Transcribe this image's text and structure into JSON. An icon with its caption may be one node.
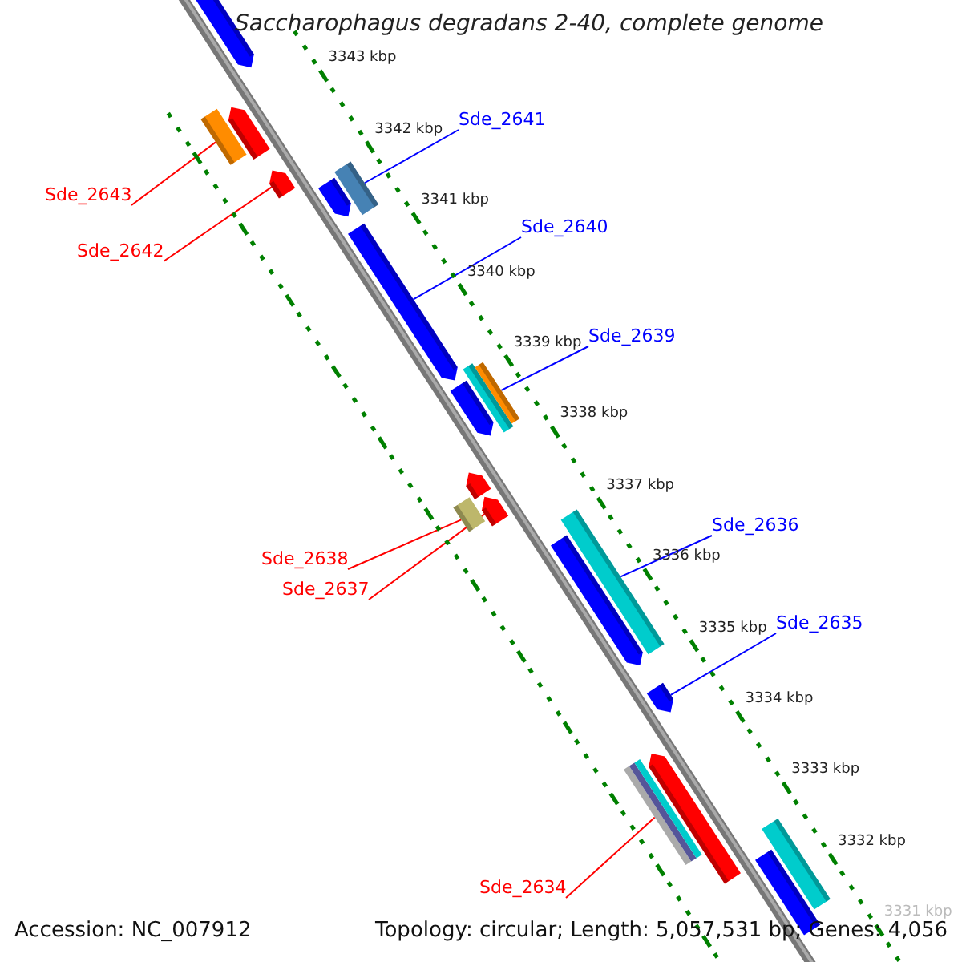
{
  "diagram": {
    "title": "Saccharophagus degradans 2-40, complete genome",
    "nodes": [
      {
        "text": [
          "Sde_2641"
        ]
      },
      {
        "text": [],
        "shape": "bar"
      },
      {
        "text": [
          "Sde_2643"
        ]
      },
      {
        "text": [],
        "shape": "bar"
      },
      {
        "text": [
          "Sde_2640"
        ]
      },
      {
        "text": [],
        "shape": "bar"
      },
      {
        "text": [
          "Sde_2642"
        ]
      },
      {
        "text": [],
        "shape": "bar"
      },
      {
        "text": [
          "Sde_2639"
        ]
      },
      {
        "text": [],
        "shape": "bar"
      },
      {
        "text": [
          "Sde_2636"
        ]
      },
      {
        "text": [],
        "shape": "bar"
      },
      {
        "text": [
          "Sde_2638"
        ]
      },
      {
        "text": [],
        "shape": "bar"
      },
      {
        "text": [
          "Sde_2637"
        ]
      },
      {
        "text": [],
        "shape": "bar"
      },
      {
        "text": [
          "Sde_2635"
        ]
      },
      {
        "text": [],
        "shape": "bar"
      },
      {
        "text": [
          "Sde_2634"
        ]
      },
      {
        "text": [],
        "shape": "bar"
      },
      {
        "text": [],
        "shape": "bar"
      },
      {
        "text": [],
        "shape": "bar"
      },
      {
        "text": [],
        "shape": "bar"
      },
      {
        "text": [],
        "shape": "bar"
      },
      {
        "text": [],
        "shape": "bar"
      },
      {
        "text": [],
        "shape": "bar"
      },
      {
        "text": [],
        "shape": "bar"
      },
      {
        "text": [],
        "shape": "bar"
      },
      {
        "text": [],
        "shape": "bar"
      },
      {
        "text": [],
        "shape": "bar"
      }
    ],
    "edges": [
      {
        "from": 0,
        "to": 1,
        "arrow": "none",
        "color": "#0000ff"
      },
      {
        "from": 2,
        "to": 3,
        "arrow": "none",
        "color": "#ff0000"
      },
      {
        "from": 4,
        "to": 5,
        "arrow": "none",
        "color": "#0000ff"
      },
      {
        "from": 6,
        "to": 7,
        "arrow": "none",
        "color": "#ff0000"
      },
      {
        "from": 8,
        "to": 9,
        "arrow": "none",
        "color": "#0000ff"
      },
      {
        "from": 10,
        "to": 11,
        "arrow": "none",
        "color": "#0000ff"
      },
      {
        "from": 12,
        "to": 13,
        "arrow": "none",
        "color": "#ff0000"
      },
      {
        "from": 14,
        "to": 15,
        "arrow": "none",
        "color": "#ff0000"
      },
      {
        "from": 16,
        "to": 17,
        "arrow": "none",
        "color": "#0000ff"
      },
      {
        "from": 18,
        "to": 19,
        "arrow": "none",
        "color": "#ff0000"
      }
    ],
    "labels": [
      "3343 kbp",
      "3342 kbp",
      "3341 kbp",
      "3340 kbp",
      "3339 kbp",
      "3338 kbp",
      "3337 kbp",
      "3336 kbp",
      "3335 kbp",
      "3334 kbp",
      "3333 kbp",
      "3332 kbp",
      "3331 kbp",
      "Accession: NC_007912",
      "Topology: circular; Length: 5,057,531 bp; Genes: 4,056"
    ]
  }
}
